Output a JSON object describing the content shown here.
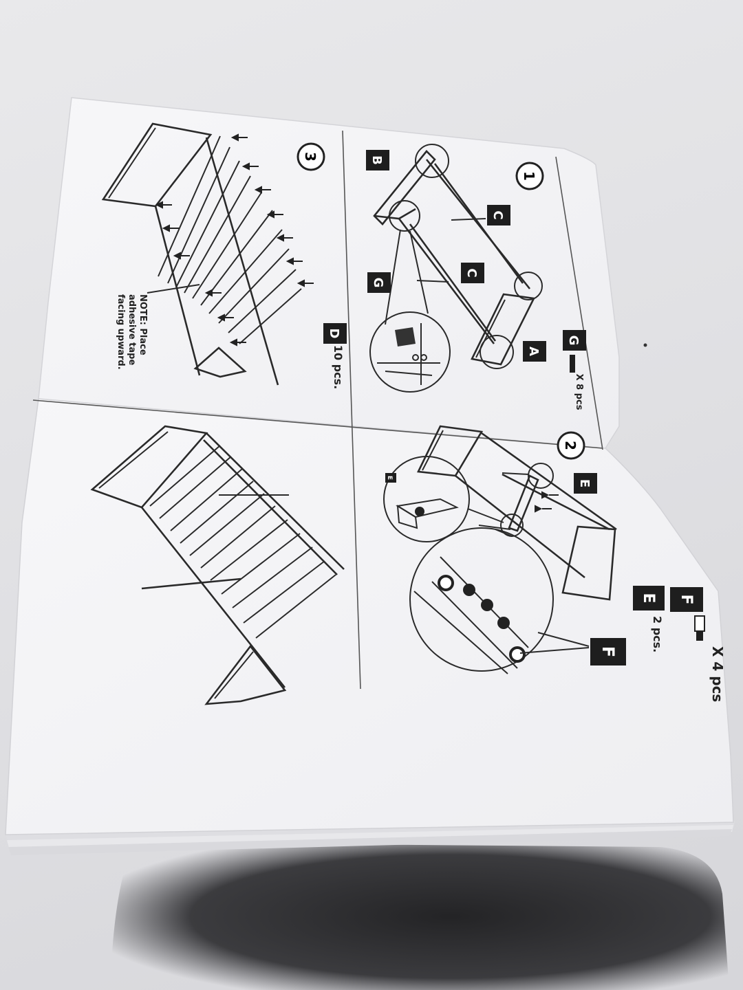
{
  "sheet_top": {
    "step1": {
      "number": "1",
      "part_labels": [
        "B",
        "C",
        "C",
        "G",
        "A"
      ],
      "hardware_label": "G",
      "hardware_qty": "X 8 pcs"
    },
    "step3": {
      "number": "3",
      "slat_label": "D",
      "slat_qty": "10 pcs.",
      "note": [
        "NOTE: Place",
        "adhesive tape",
        "facing upward."
      ]
    }
  },
  "sheet_bottom": {
    "step2": {
      "number": "2",
      "part_labels": [
        "E",
        "F"
      ],
      "detail_label": "E",
      "hardware": [
        {
          "label": "F",
          "qty": "X 4 pcs"
        },
        {
          "label": "E",
          "qty": "2 pcs."
        }
      ]
    }
  },
  "colors": {
    "paper": "#f4f4f6",
    "ink": "#2a2a2a",
    "label_fill": "#1e1e1e",
    "shadow": "#1a1a1c"
  }
}
